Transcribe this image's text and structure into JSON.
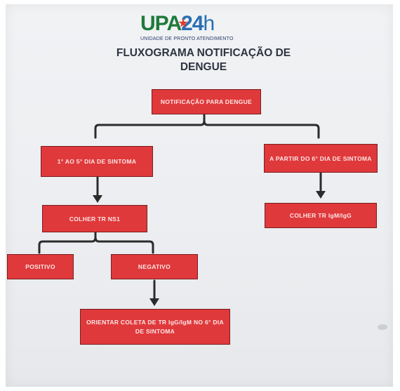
{
  "logo": {
    "brand": "UPA",
    "number": "24",
    "suffix": "h",
    "subtitle": "UNIDADE DE PRONTO ATENDIMENTO"
  },
  "title": {
    "line1": "FLUXOGRAMA NOTIFICAÇÃO DE",
    "line2": "DENGUE"
  },
  "nodes": {
    "root": "NOTIFICAÇÃO PARA DENGUE",
    "left_branch": "1° AO 5° DIA DE SINTOMA",
    "right_branch": "A PARTIR DO 6° DIA DE SINTOMA",
    "collect_ns1": "COLHER TR NS1",
    "collect_igm_igg": "COLHER TR IgM/IgG",
    "positive": "POSITIVO",
    "negative": "NEGATIVO",
    "orient": "ORIENTAR COLETA DE TR IgG/IgM NO 6° DIA DE SINTOMA"
  },
  "colors": {
    "box_fill": "#e0393b",
    "box_border": "#7a1d1f",
    "connector": "#2b2b2b",
    "logo_green": "#1f7a3a",
    "logo_blue": "#2a6fb3"
  }
}
